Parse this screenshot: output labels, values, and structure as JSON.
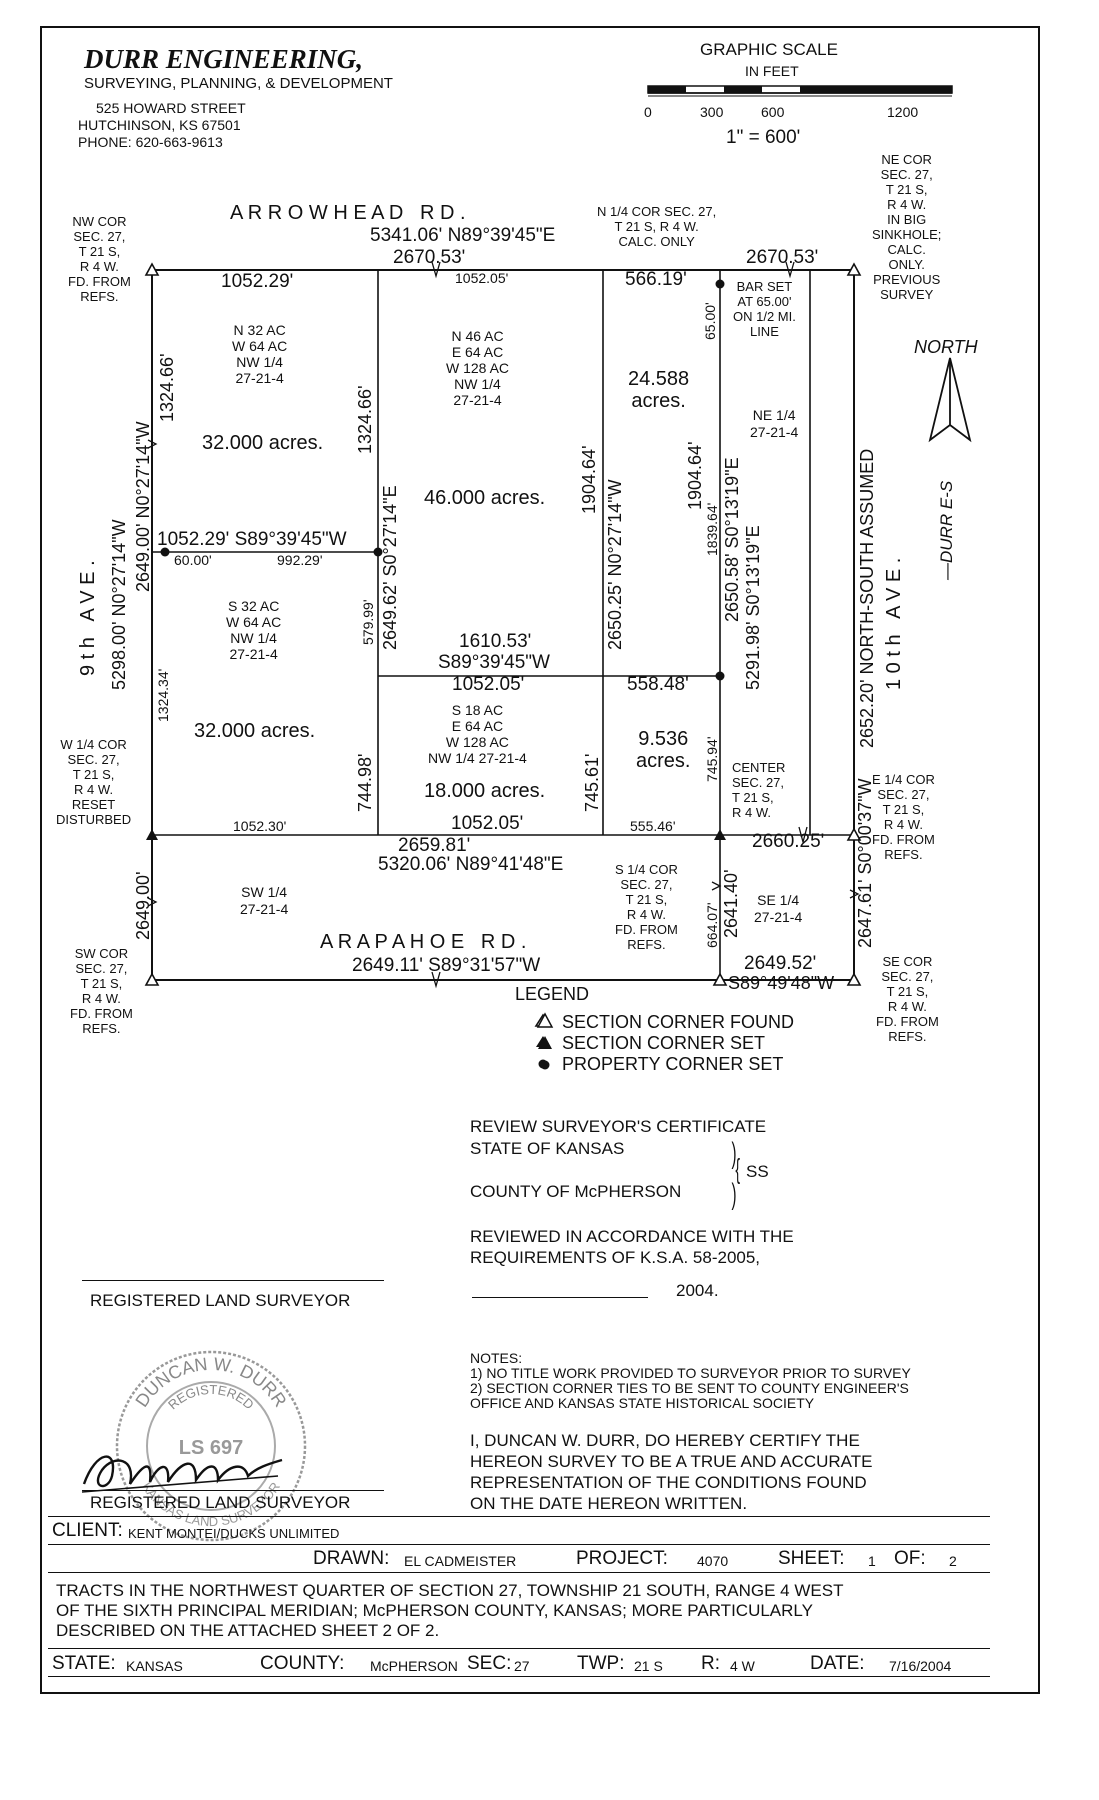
{
  "header": {
    "firm_name": "DURR ENGINEERING,",
    "tagline": "SURVEYING, PLANNING, & DEVELOPMENT",
    "address": "525 HOWARD STREET",
    "city": "HUTCHINSON, KS 67501",
    "phone": "PHONE: 620-663-9613"
  },
  "scale": {
    "title": "GRAPHIC SCALE",
    "units": "IN FEET",
    "ticks": [
      "0",
      "300",
      "600",
      "1200"
    ],
    "ratio": "1\" = 600'"
  },
  "corners": {
    "nw": [
      "NW COR",
      "SEC. 27,",
      "T 21 S,",
      "R 4 W.",
      "FD. FROM",
      "REFS."
    ],
    "ne": [
      "NE COR",
      "SEC. 27,",
      "T 21 S,",
      "R 4 W.",
      "IN BIG",
      "SINKHOLE;",
      "CALC.",
      "ONLY.",
      "PREVIOUS",
      "SURVEY"
    ],
    "n_quarter": [
      "N 1/4 COR SEC. 27,",
      "T 21 S, R 4 W.",
      "CALC. ONLY"
    ],
    "w_quarter": [
      "W 1/4 COR",
      "SEC. 27,",
      "T 21 S,",
      "R 4 W.",
      "RESET",
      "DISTURBED"
    ],
    "center": [
      "CENTER",
      "SEC. 27,",
      "T 21 S,",
      "R 4 W."
    ],
    "e_quarter": [
      "E 1/4 COR",
      "SEC. 27,",
      "T 21 S,",
      "R 4 W.",
      "FD. FROM",
      "REFS."
    ],
    "s_quarter": [
      "S 1/4 COR",
      "SEC. 27,",
      "T 21 S,",
      "R 4 W.",
      "FD. FROM",
      "REFS."
    ],
    "sw": [
      "SW COR",
      "SEC. 27,",
      "T 21 S,",
      "R 4 W.",
      "FD. FROM",
      "REFS."
    ],
    "se": [
      "SE COR",
      "SEC. 27,",
      "T 21 S,",
      "R 4 W.",
      "FD. FROM",
      "REFS."
    ],
    "bar_set": [
      "BAR SET",
      "AT 65.00'",
      "ON 1/2 MI.",
      "LINE"
    ]
  },
  "roads": {
    "north": "A R R O W H E A D   R D .",
    "south": "A R A P A H O E   R D .",
    "west": "9 t h   A V E .",
    "east": "1 0 t h   A V E ."
  },
  "north_label": "NORTH",
  "durr_es": "—DURR E-S",
  "dims": {
    "north_total": "5341.06' N89°39'45\"E",
    "north_west_half": "2670.53'",
    "north_east_half": "2670.53'",
    "n_seg1": "1052.29'",
    "n_seg2": "1052.05'",
    "n_seg3": "566.19'",
    "v_65": "65.00'",
    "west_line_1": "1324.66'",
    "west_line_2": "1324.34'",
    "west_half": "2649.00'",
    "west_bearing": "2649.00' N0°27'14\"W",
    "west_total": "5298.00' N0°27'14\"W",
    "mid_v1": "1324.66'",
    "mid_v1_bearing": "2649.62' S0°27'14\"E",
    "mid_v1_lower": "579.99'",
    "h_mid": "1052.29' S89°39'45\"W",
    "h_mid_a": "60.00'",
    "h_mid_b": "992.29'",
    "c_line": "1610.53'",
    "c_bearing": "S89°39'45\"W",
    "c_seg1": "1052.05'",
    "c_seg2": "558.48'",
    "v2_upper": "1904.64'",
    "v2_bearing": "2650.25' N0°27'14\"W",
    "v2_lower": "745.61'",
    "v3_upper": "1904.64'",
    "v3_mid": "1839.64'",
    "v3_bearing": "2650.58' S0°13'19\"E",
    "v3_total": "5291.98' S0°13'19\"E",
    "v3_lower": "745.94'",
    "e_line": "2652.20' NORTH-SOUTH ASSUMED",
    "v_744": "744.98'",
    "s_seg1": "1052.30'",
    "s_seg2": "1052.05'",
    "s_seg3": "555.46'",
    "s_half": "2659.81'",
    "s_total": "5320.06' N89°41'48\"E",
    "s_east_half": "2660.25'",
    "sw_v": "2649.00'",
    "se_v1": "664.07'",
    "se_v2": "2641.40'",
    "se_v3": "2647.61' S0°00'37\"W",
    "bottom_w": "2649.11' S89°31'57\"W",
    "bottom_e": "2649.52'",
    "bottom_e_bearing": "S89°49'48\"W"
  },
  "tracts": {
    "t1": [
      "N 32 AC",
      "W 64 AC",
      "NW 1/4",
      "27-21-4"
    ],
    "t1_acres": "32.000 acres.",
    "t2": [
      "N 46 AC",
      "E 64 AC",
      "W 128 AC",
      "NW 1/4",
      "27-21-4"
    ],
    "t2_acres": "46.000 acres.",
    "t3_acres": [
      "24.588",
      "acres."
    ],
    "ne": [
      "NE 1/4",
      "27-21-4"
    ],
    "t4": [
      "S 32 AC",
      "W 64 AC",
      "NW 1/4",
      "27-21-4"
    ],
    "t4_acres": "32.000 acres.",
    "t5": [
      "S 18 AC",
      "E 64 AC",
      "W 128 AC",
      "NW 1/4 27-21-4"
    ],
    "t5_acres": "18.000 acres.",
    "t6_acres": [
      "9.536",
      "acres."
    ],
    "sw": [
      "SW 1/4",
      "27-21-4"
    ],
    "se": [
      "SE 1/4",
      "27-21-4"
    ]
  },
  "legend": {
    "title": "LEGEND",
    "items": [
      "SECTION CORNER FOUND",
      "SECTION CORNER SET",
      "PROPERTY CORNER SET"
    ]
  },
  "certificate": {
    "title": "REVIEW SURVEYOR'S CERTIFICATE",
    "state": "STATE OF KANSAS",
    "ss": "SS",
    "county": "COUNTY OF McPHERSON",
    "reviewed_1": "REVIEWED IN ACCORDANCE WITH THE",
    "reviewed_2": "REQUIREMENTS OF K.S.A. 58-2005,",
    "year": "2004.",
    "registered_1": "REGISTERED LAND SURVEYOR",
    "registered_2": "REGISTERED LAND SURVEYOR"
  },
  "seal": {
    "ring_top": "DUNCAN W. DURR",
    "ring_inner": "REGISTERED",
    "number": "LS 697",
    "ring_bottom": "KANSAS LAND SURVEYOR"
  },
  "notes": {
    "title": "NOTES:",
    "n1": "1) NO TITLE WORK PROVIDED TO SURVEYOR PRIOR TO SURVEY",
    "n2a": "2) SECTION CORNER TIES TO BE SENT TO COUNTY ENGINEER'S",
    "n2b": "OFFICE AND KANSAS STATE HISTORICAL SOCIETY"
  },
  "certify": [
    "I, DUNCAN W. DURR, DO HEREBY CERTIFY THE",
    "HEREON SURVEY TO BE A TRUE AND ACCURATE",
    "REPRESENTATION OF THE CONDITIONS FOUND",
    "ON THE DATE HEREON WRITTEN."
  ],
  "title_block": {
    "client_label": "CLIENT:",
    "client": "KENT MONTEI/DUCKS UNLIMITED",
    "drawn_label": "DRAWN:",
    "drawn": "EL CADMEISTER",
    "project_label": "PROJECT:",
    "project": "4070",
    "sheet_label": "SHEET:",
    "sheet": "1",
    "of_label": "OF:",
    "of": "2",
    "description": [
      "TRACTS IN THE NORTHWEST QUARTER OF SECTION 27, TOWNSHIP 21 SOUTH, RANGE 4 WEST",
      "OF THE SIXTH PRINCIPAL MERIDIAN; McPHERSON COUNTY, KANSAS; MORE PARTICULARLY",
      "DESCRIBED ON THE ATTACHED SHEET 2 OF 2."
    ],
    "state_label": "STATE:",
    "state": "KANSAS",
    "county_label": "COUNTY:",
    "county": "McPHERSON",
    "sec_label": "SEC:",
    "sec": "27",
    "twp_label": "TWP:",
    "twp": "21 S",
    "r_label": "R:",
    "r": "4 W",
    "date_label": "DATE:",
    "date": "7/16/2004"
  }
}
